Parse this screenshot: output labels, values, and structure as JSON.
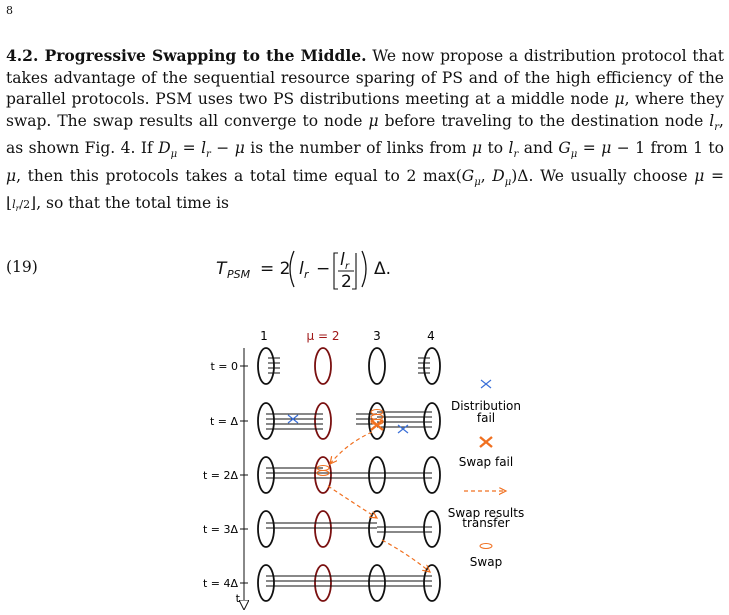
{
  "page_number": "8",
  "section": {
    "number": "4.2.",
    "title": "Progressive Swapping to the Middle.",
    "s1": "We now propose a distribution protocol that takes advantage of the sequential resource sparing of PS and of the high efficiency of the parallel protocols. PSM uses two PS distributions meeting at a middle node",
    "s2": ", where they swap. The swap results all converge to node",
    "s3": "before traveling to the destination node",
    "s4": ", as shown Fig. 4. If",
    "s5": "is the number of links from",
    "s6": "to",
    "s7": "and",
    "s8": "from 1 to",
    "s9": ", then this protocols takes a total time equal to",
    "s10": ". We usually choose",
    "s11": ", so that the total time is"
  },
  "equation": {
    "number": "(19)"
  },
  "figure": {
    "node_labels": [
      "1",
      "μ = 2",
      "3",
      "4"
    ],
    "time_labels": [
      "t = 0",
      "t = Δ",
      "t = 2Δ",
      "t = 3Δ",
      "t = 4Δ",
      "t"
    ],
    "legend": {
      "distribution_fail": [
        "Distribution",
        "fail"
      ],
      "swap_fail": "Swap fail",
      "swap_results_transfer": [
        "Swap results",
        "transfer"
      ],
      "swap": "Swap"
    },
    "colors": {
      "node": "#000000",
      "middle_node": "#7a1010",
      "label_mu": "#a01818",
      "fail_blue": "#3a6fd8",
      "orange": "#f07020"
    }
  }
}
